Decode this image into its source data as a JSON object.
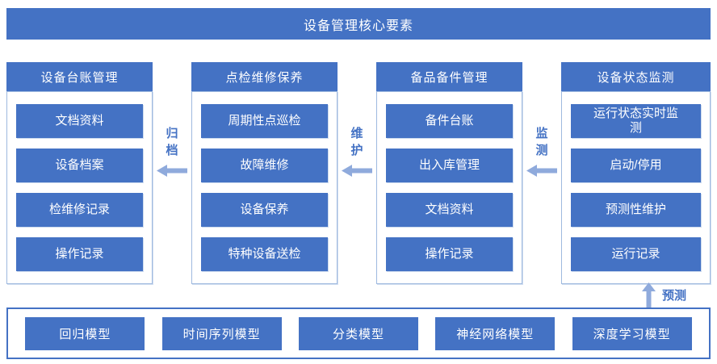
{
  "banner": {
    "title": "设备管理核心要素"
  },
  "columns": [
    {
      "header": "设备台账管理",
      "items": [
        "文档资料",
        "设备档案",
        "检维修记录",
        "操作记录"
      ]
    },
    {
      "header": "点检维修保养",
      "items": [
        "周期性点巡检",
        "故障维修",
        "设备保养",
        "特种设备送检"
      ]
    },
    {
      "header": "备品备件管理",
      "items": [
        "备件台账",
        "出入库管理",
        "文档资料",
        "操作记录"
      ]
    },
    {
      "header": "设备状态监测",
      "items": [
        "运行状态实时监测",
        "启动/停用",
        "预测性维护",
        "运行记录"
      ]
    }
  ],
  "flows": [
    {
      "label": "归档",
      "direction": "left"
    },
    {
      "label": "维护",
      "direction": "left"
    },
    {
      "label": "监测",
      "direction": "left"
    }
  ],
  "predict": {
    "label": "预测",
    "direction": "up"
  },
  "models": [
    "回归模型",
    "时间序列模型",
    "分类模型",
    "神经网络模型",
    "深度学习模型"
  ],
  "colors": {
    "primary": "#4472C4",
    "arrow_light": "#8FAADC",
    "container_border": "#9EB9DF",
    "text_on_primary": "#FFFFFF",
    "background": "#FFFFFF"
  }
}
